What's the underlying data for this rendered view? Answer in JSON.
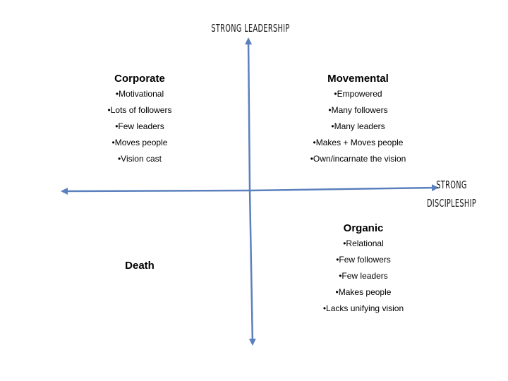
{
  "axes": {
    "vertical_label": "STRONG LEADERSHIP",
    "horizontal_label_line1": "STRONG",
    "horizontal_label_line2": "DISCIPLESHIP",
    "arrow_color": "#5b80bd"
  },
  "quadrants": {
    "corporate": {
      "title": "Corporate",
      "items": [
        "•Motivational",
        "•Lots of followers",
        "•Few leaders",
        "•Moves people",
        "•Vision cast"
      ]
    },
    "movemental": {
      "title": "Movemental",
      "items": [
        "•Empowered",
        "•Many followers",
        "•Many leaders",
        "•Makes + Moves  people",
        "•Own/incarnate the vision"
      ]
    },
    "organic": {
      "title": "Organic",
      "items": [
        "•Relational",
        "•Few followers",
        "•Few leaders",
        "•Makes people",
        "•Lacks unifying vision"
      ]
    },
    "death": {
      "title": "Death"
    }
  }
}
